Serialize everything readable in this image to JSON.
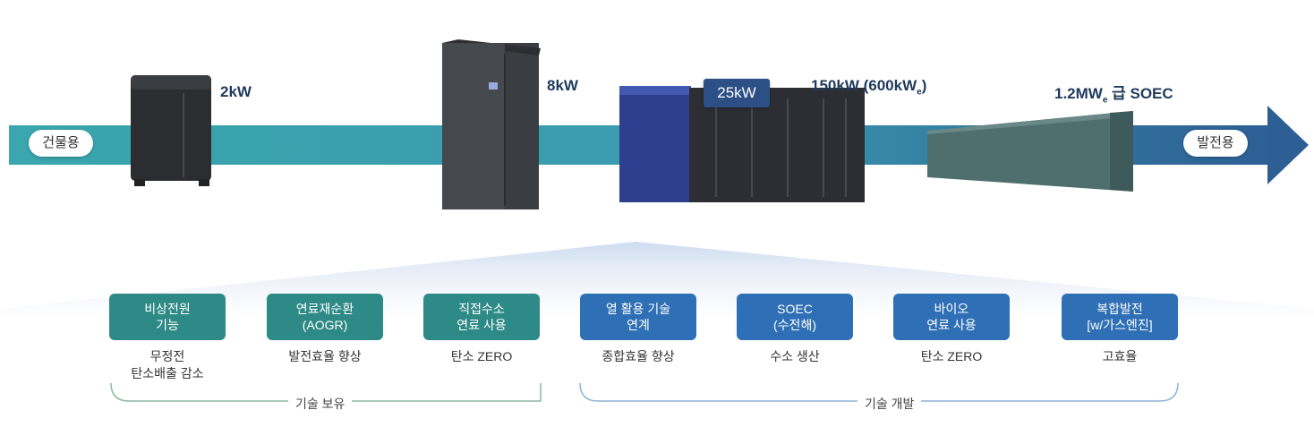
{
  "arrow": {
    "start_label": "건물용",
    "end_label": "발전용"
  },
  "products": [
    {
      "name": "2kW",
      "sub": ""
    },
    {
      "name": "8kW",
      "sub": ""
    },
    {
      "name": "25kW",
      "sub": ""
    },
    {
      "name": "150kW (600kW",
      "sub": "e",
      "suffix": ")"
    },
    {
      "name": "1.2MW",
      "sub": "e",
      "suffix": " 급 SOEC"
    }
  ],
  "features": [
    {
      "line1": "비상전원",
      "line2": "기능",
      "desc1": "무정전",
      "desc2": "탄소배출 감소",
      "color": "#2e8a86"
    },
    {
      "line1": "연료재순환",
      "line2": "(AOGR)",
      "desc1": "발전효율 향상",
      "desc2": "",
      "color": "#2e8a86"
    },
    {
      "line1": "직접수소",
      "line2": "연료 사용",
      "desc1": "탄소 ZERO",
      "desc2": "",
      "color": "#2e8a86"
    },
    {
      "line1": "열 활용 기술",
      "line2": "연계",
      "desc1": "종합효율 향상",
      "desc2": "",
      "color": "#2f6fb5"
    },
    {
      "line1": "SOEC",
      "line2": "(수전해)",
      "desc1": "수소 생산",
      "desc2": "",
      "color": "#2f6fb5"
    },
    {
      "line1": "바이오",
      "line2": "연료 사용",
      "desc1": "탄소 ZERO",
      "desc2": "",
      "color": "#2f6fb5"
    },
    {
      "line1": "복합발전",
      "line2": "[w/가스엔진]",
      "desc1": "고효율",
      "desc2": "",
      "color": "#2f6fb5"
    }
  ],
  "groups": [
    {
      "label": "기술 보유",
      "color": "#8bb5a0"
    },
    {
      "label": "기술 개발",
      "color": "#8fb3d6"
    }
  ]
}
